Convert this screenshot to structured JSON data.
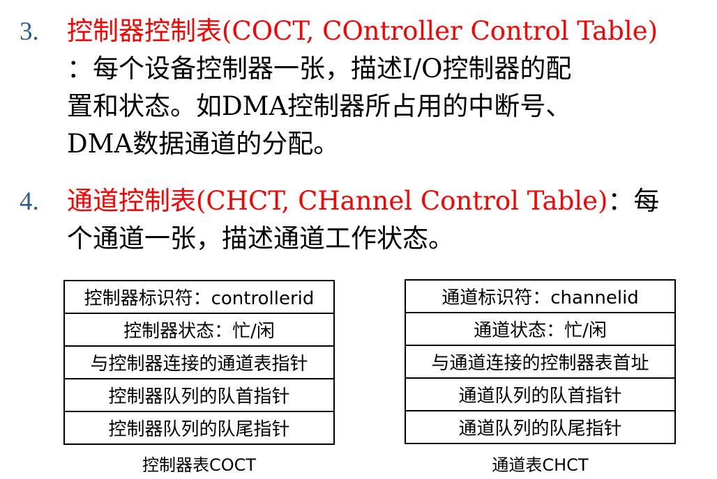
{
  "item1": {
    "number": "3.",
    "title": "控制器控制表(COCT, COntroller Control Table)",
    "line2": "：每个设备控制器一张，描述I/O控制器的配",
    "line3": "置和状态。如DMA控制器所占用的中断号、",
    "line4": "DMA数据通道的分配。"
  },
  "item2": {
    "number": "4.",
    "title": "通道控制表(CHCT, CHannel Control Table)",
    "title_suffix": "：每",
    "line2": "个通道一张，描述通道工作状态。"
  },
  "coct_table": {
    "rows": [
      "控制器标识符：controllerid",
      "控制器状态：忙/闲",
      "与控制器连接的通道表指针",
      "控制器队列的队首指针",
      "控制器队列的队尾指针"
    ],
    "caption": "控制器表COCT"
  },
  "chct_table": {
    "rows": [
      "通道标识符：channelid",
      "通道状态：忙/闲",
      "与通道连接的控制器表首址",
      "通道队列的队首指针",
      "通道队列的队尾指针"
    ],
    "caption": "通道表CHCT"
  },
  "colors": {
    "number": "#2f5c8f",
    "highlight": "#ff0000"
  }
}
